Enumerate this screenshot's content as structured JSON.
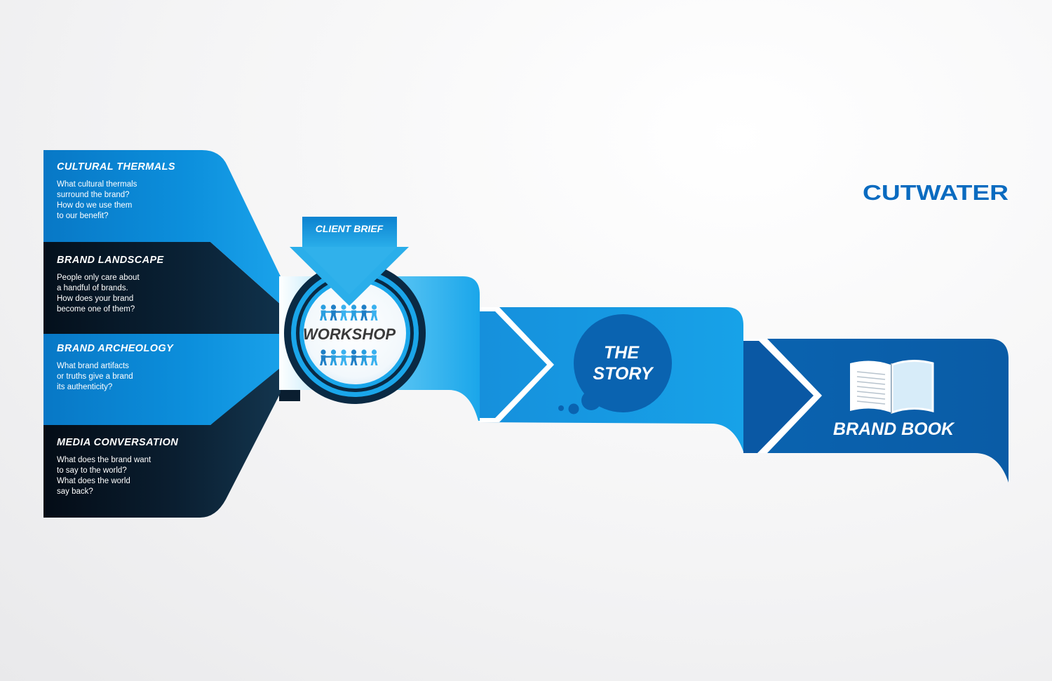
{
  "brand": {
    "logo_text": "CUTWATER"
  },
  "inputs": [
    {
      "title": "CULTURAL THERMALS",
      "lines": [
        "What cultural thermals",
        "surround the brand?",
        "How do we use them",
        "to our benefit?"
      ]
    },
    {
      "title": "BRAND LANDSCAPE",
      "lines": [
        "People only care about",
        "a handful of brands.",
        "How does your brand",
        "become one of them?"
      ]
    },
    {
      "title": "BRAND ARCHEOLOGY",
      "lines": [
        "What brand artifacts",
        "or truths give a brand",
        "its authenticity?"
      ]
    },
    {
      "title": "MEDIA CONVERSATION",
      "lines": [
        "What does the brand want",
        "to say to the world?",
        "What does the world",
        "say back?"
      ]
    }
  ],
  "client_brief": {
    "label": "CLIENT BRIEF"
  },
  "workshop": {
    "label": "WORKSHOP"
  },
  "story": {
    "line1": "THE",
    "line2": "STORY"
  },
  "brand_book": {
    "label": "BRAND BOOK"
  },
  "colors": {
    "blue": "#0c86d3",
    "light_blue": "#2fb2ee",
    "dark_navy": "#061a2b",
    "deep_blue": "#0766b3",
    "logo_blue": "#0a6bc0"
  },
  "icons": {
    "people": "people-chain-icon",
    "book": "open-book-icon",
    "arrow": "chevron-arrow-icon"
  }
}
